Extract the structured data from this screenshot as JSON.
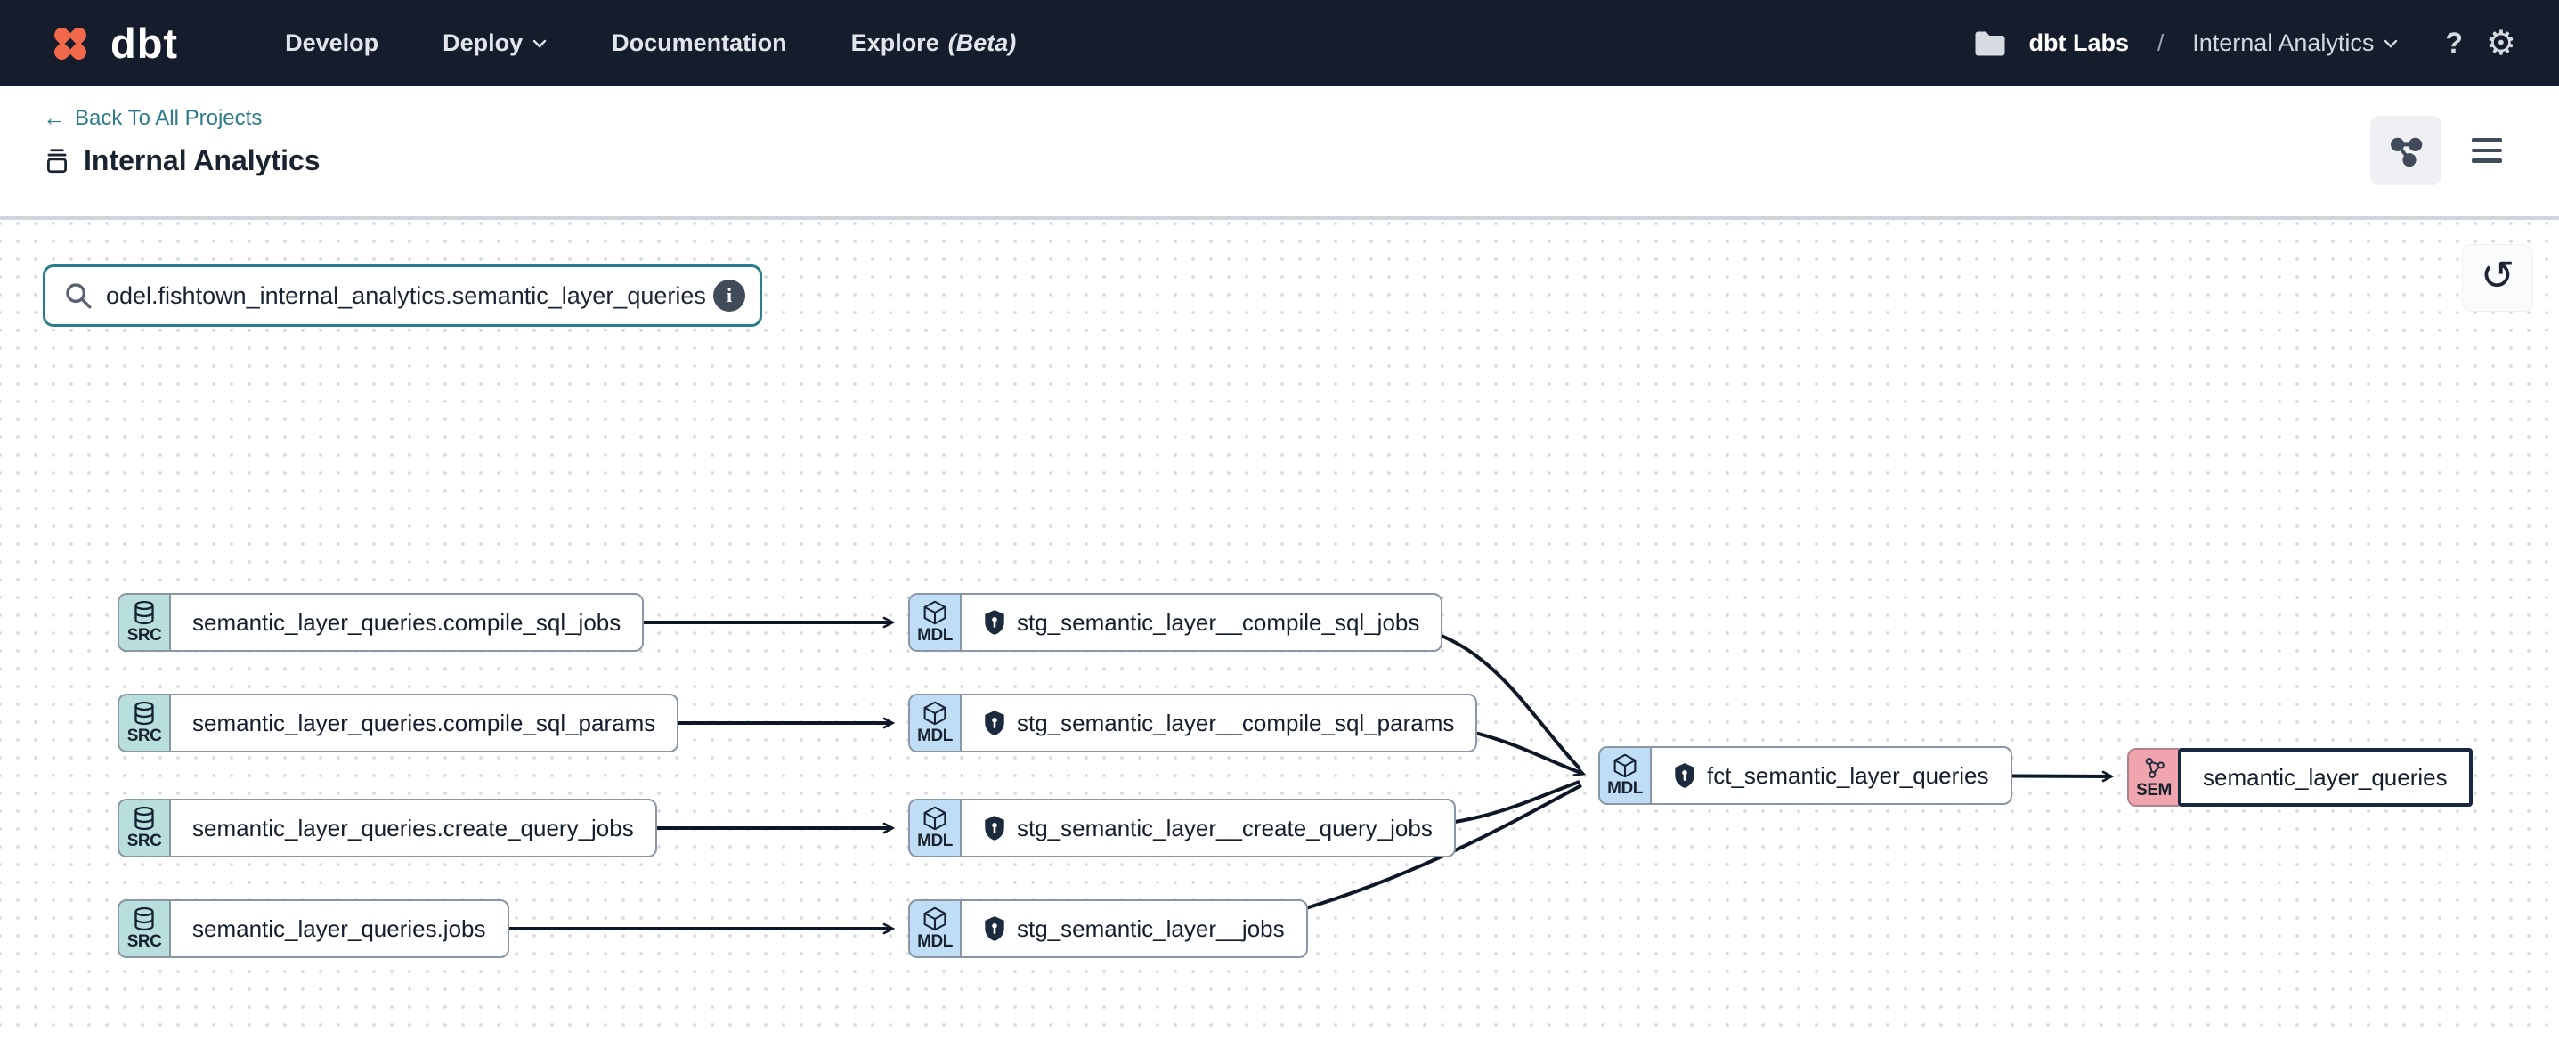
{
  "navbar": {
    "logo_text": "dbt",
    "items": [
      {
        "label": "Develop"
      },
      {
        "label": "Deploy"
      },
      {
        "label": "Documentation"
      },
      {
        "label": "Explore",
        "beta": "(Beta)"
      }
    ],
    "account": {
      "org": "dbt Labs",
      "separator": "/",
      "project": "Internal Analytics"
    },
    "help_label": "?"
  },
  "header": {
    "back_link": "Back To All Projects",
    "back_arrow": "←",
    "title": "Internal Analytics"
  },
  "toolbar": {
    "search_value": "odel.fishtown_internal_analytics.semantic_layer_queries",
    "reset_glyph": "↺"
  },
  "graph": {
    "nodes": [
      {
        "type": "source",
        "badge": "SRC",
        "label": "semantic_layer_queries.compile_sql_jobs"
      },
      {
        "type": "source",
        "badge": "SRC",
        "label": "semantic_layer_queries.compile_sql_params"
      },
      {
        "type": "source",
        "badge": "SRC",
        "label": "semantic_layer_queries.create_query_jobs"
      },
      {
        "type": "source",
        "badge": "SRC",
        "label": "semantic_layer_queries.jobs"
      },
      {
        "type": "model",
        "badge": "MDL",
        "label": "stg_semantic_layer__compile_sql_jobs",
        "shield": true
      },
      {
        "type": "model",
        "badge": "MDL",
        "label": "stg_semantic_layer__compile_sql_params",
        "shield": true
      },
      {
        "type": "model",
        "badge": "MDL",
        "label": "stg_semantic_layer__create_query_jobs",
        "shield": true
      },
      {
        "type": "model",
        "badge": "MDL",
        "label": "stg_semantic_layer__jobs",
        "shield": true
      },
      {
        "type": "model",
        "badge": "MDL",
        "label": "fct_semantic_layer_queries",
        "shield": true
      },
      {
        "type": "semantic",
        "badge": "SEM",
        "label": "semantic_layer_queries",
        "selected": true
      }
    ],
    "edges": [
      {
        "from": "semantic_layer_queries.compile_sql_jobs",
        "to": "stg_semantic_layer__compile_sql_jobs"
      },
      {
        "from": "semantic_layer_queries.compile_sql_params",
        "to": "stg_semantic_layer__compile_sql_params"
      },
      {
        "from": "semantic_layer_queries.create_query_jobs",
        "to": "stg_semantic_layer__create_query_jobs"
      },
      {
        "from": "semantic_layer_queries.jobs",
        "to": "stg_semantic_layer__jobs"
      },
      {
        "from": "stg_semantic_layer__compile_sql_jobs",
        "to": "fct_semantic_layer_queries"
      },
      {
        "from": "stg_semantic_layer__compile_sql_params",
        "to": "fct_semantic_layer_queries"
      },
      {
        "from": "stg_semantic_layer__create_query_jobs",
        "to": "fct_semantic_layer_queries"
      },
      {
        "from": "stg_semantic_layer__jobs",
        "to": "fct_semantic_layer_queries"
      },
      {
        "from": "fct_semantic_layer_queries",
        "to": "semantic_layer_queries"
      }
    ]
  },
  "colors": {
    "navbar_bg": "#151c2b",
    "brand_orange": "#f1684a",
    "link_teal": "#2e7b8c",
    "search_border": "#2a7d8c",
    "src_badge": "#b9dfdc",
    "mdl_badge": "#c0ddf6",
    "sem_badge": "#f0a5ae",
    "node_border": "#8a95a5",
    "selected_border": "#1a2740",
    "edge": "#0d1726"
  }
}
